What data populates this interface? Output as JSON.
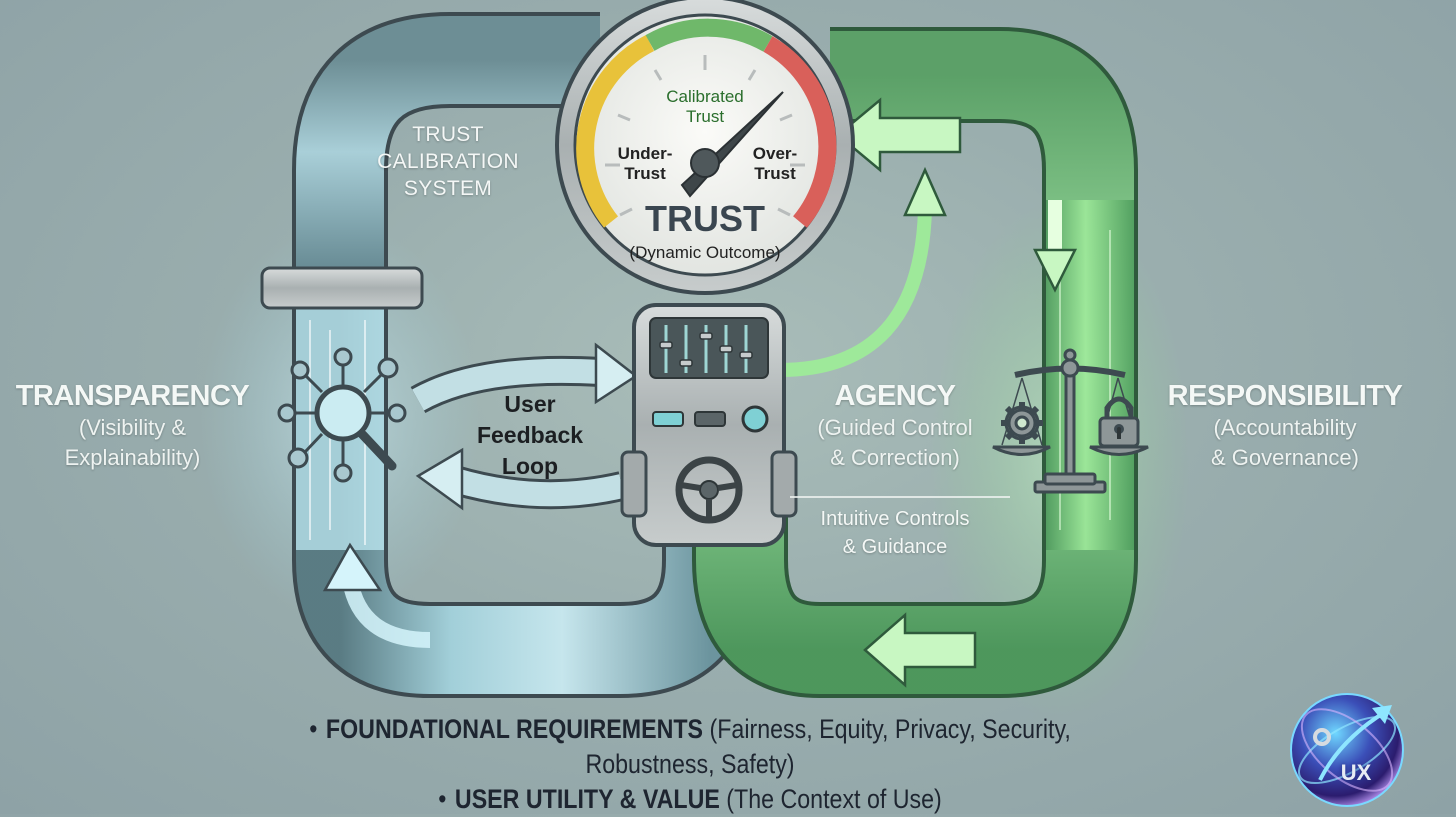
{
  "diagram": {
    "system_label": [
      "TRUST",
      "CALIBRATION",
      "SYSTEM"
    ],
    "gauge": {
      "center_title": "TRUST",
      "center_subtitle": "(Dynamic Outcome)",
      "zones": [
        {
          "label_lines": [
            "Under-",
            "Trust"
          ],
          "color": "#e8c23a"
        },
        {
          "label_lines": [
            "Calibrated",
            "Trust"
          ],
          "color": "#6fb86a"
        },
        {
          "label_lines": [
            "Over-",
            "Trust"
          ],
          "color": "#d9605a"
        }
      ],
      "needle_zone": "Over-Trust boundary"
    },
    "feedback_loop": {
      "lines": [
        "User",
        "Feedback",
        "Loop"
      ]
    },
    "pillars": [
      {
        "title": "TRANSPARENCY",
        "subtitle_lines": [
          "(Visibility &",
          "Explainability)"
        ],
        "icon": "magnifier-network-icon",
        "color": "#8fd6e8"
      },
      {
        "title": "AGENCY",
        "subtitle_lines": [
          "(Guided Control",
          "& Correction)"
        ],
        "note_lines": [
          "Intuitive Controls",
          "& Guidance"
        ],
        "icon": "control-panel-icon"
      },
      {
        "title": "RESPONSIBILITY",
        "subtitle_lines": [
          "(Accountability",
          "& Governance)"
        ],
        "icon": "balance-scale-icon",
        "color": "#7fe07a"
      }
    ],
    "bottom": {
      "line1_bold": "FOUNDATIONAL REQUIREMENTS",
      "line1_rest": " (Fairness, Equity, Privacy, Security,",
      "line2": "Robustness, Safety)",
      "line3_bold": "USER UTILITY & VALUE",
      "line3_rest": " (The Context of Use)",
      "bullet": "•"
    },
    "logo": {
      "text": "UX",
      "icon": "ux-globe-logo-icon"
    }
  },
  "colors": {
    "background": "#8fa3a6",
    "blue_pipe": "#9fd3df",
    "green_pipe": "#7fd88a",
    "pipe_outline": "#3d4a50",
    "gauge_face": "#f1f2ee"
  }
}
